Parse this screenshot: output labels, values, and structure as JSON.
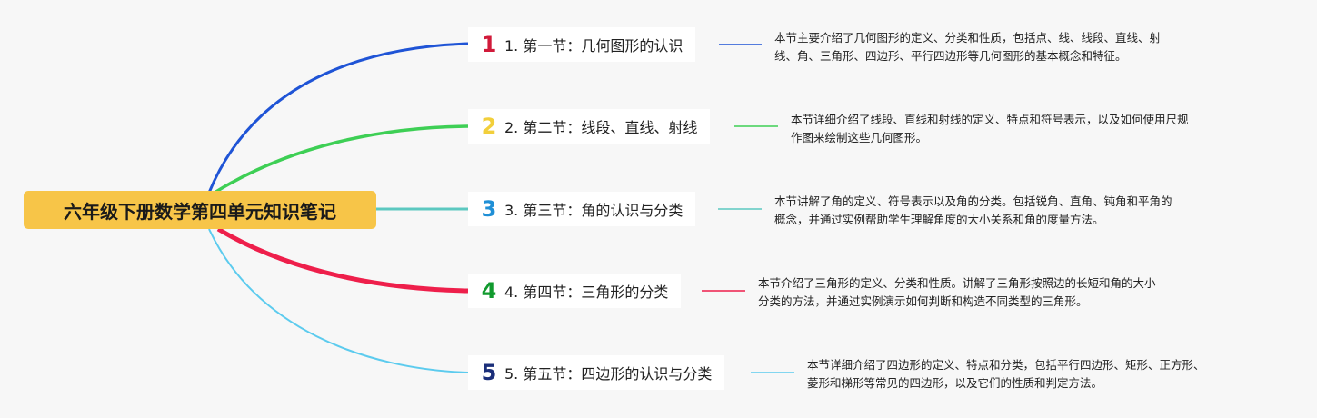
{
  "root": {
    "title": "六年级下册数学第四单元知识笔记"
  },
  "branches": [
    {
      "num": "1",
      "label": "1. 第一节：几何图形的认识",
      "color": "#1f54d6",
      "num_color": "#d11a3a",
      "desc": [
        "本节主要介绍了几何图形的定义、分类和性质，包括点、线、线段、直线、射",
        "线、角、三角形、四边形、平行四边形等几何图形的基本概念和特征。"
      ]
    },
    {
      "num": "2",
      "label": "2. 第二节：线段、直线、射线",
      "color": "#3ecf55",
      "num_color": "#f2cf3b",
      "desc": [
        "本节详细介绍了线段、直线和射线的定义、特点和符号表示，以及如何使用尺规",
        "作图来绘制这些几何图形。"
      ]
    },
    {
      "num": "3",
      "label": "3. 第三节：角的认识与分类",
      "color": "#5cc8c0",
      "num_color": "#1f8fd6",
      "desc": [
        "本节讲解了角的定义、符号表示以及角的分类。包括锐角、直角、钝角和平角的",
        "概念，并通过实例帮助学生理解角度的大小关系和角的度量方法。"
      ]
    },
    {
      "num": "4",
      "label": "4. 第四节：三角形的分类",
      "color": "#ee1f4b",
      "num_color": "#119a2e",
      "desc": [
        "本节介绍了三角形的定义、分类和性质。讲解了三角形按照边的长短和角的大小",
        "分类的方法，并通过实例演示如何判断和构造不同类型的三角形。"
      ]
    },
    {
      "num": "5",
      "label": "5. 第五节：四边形的认识与分类",
      "color": "#5ccbee",
      "num_color": "#1b2f7a",
      "desc": [
        "本节详细介绍了四边形的定义、特点和分类，包括平行四边形、矩形、正方形、",
        "菱形和梯形等常见的四边形，以及它们的性质和判定方法。"
      ]
    }
  ]
}
